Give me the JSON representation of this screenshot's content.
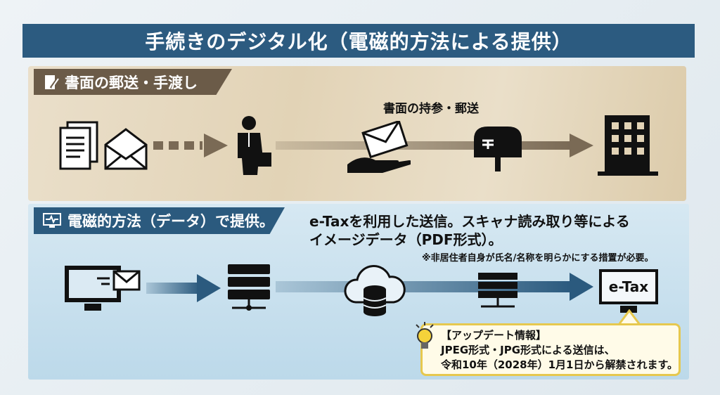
{
  "title": "手続きのデジタル化（電磁的方法による提供）",
  "paper_section": {
    "label": "書面の郵送・手渡し",
    "flow_label": "書面の持参・郵送"
  },
  "digital_section": {
    "label": "電磁的方法（データ）で提供。",
    "description_line1": "e-Taxを利用した送信。スキャナ読み取り等による",
    "description_line2": "イメージデータ（PDF形式）。",
    "note": "※非居住者自身が氏名/名称を明らかにする措置が必要。",
    "etax_label": "e-Tax"
  },
  "update": {
    "heading": "【アップデート情報】",
    "line1": "JPEG形式・JPG形式による送信は、",
    "line2": "令和10年（2028年）1月1日から解禁されます。"
  },
  "colors": {
    "title_bg": "#2c5b80",
    "paper_tab": "#6b5b48",
    "digital_tab": "#2b5a7e",
    "callout_border": "#e6c84e"
  }
}
